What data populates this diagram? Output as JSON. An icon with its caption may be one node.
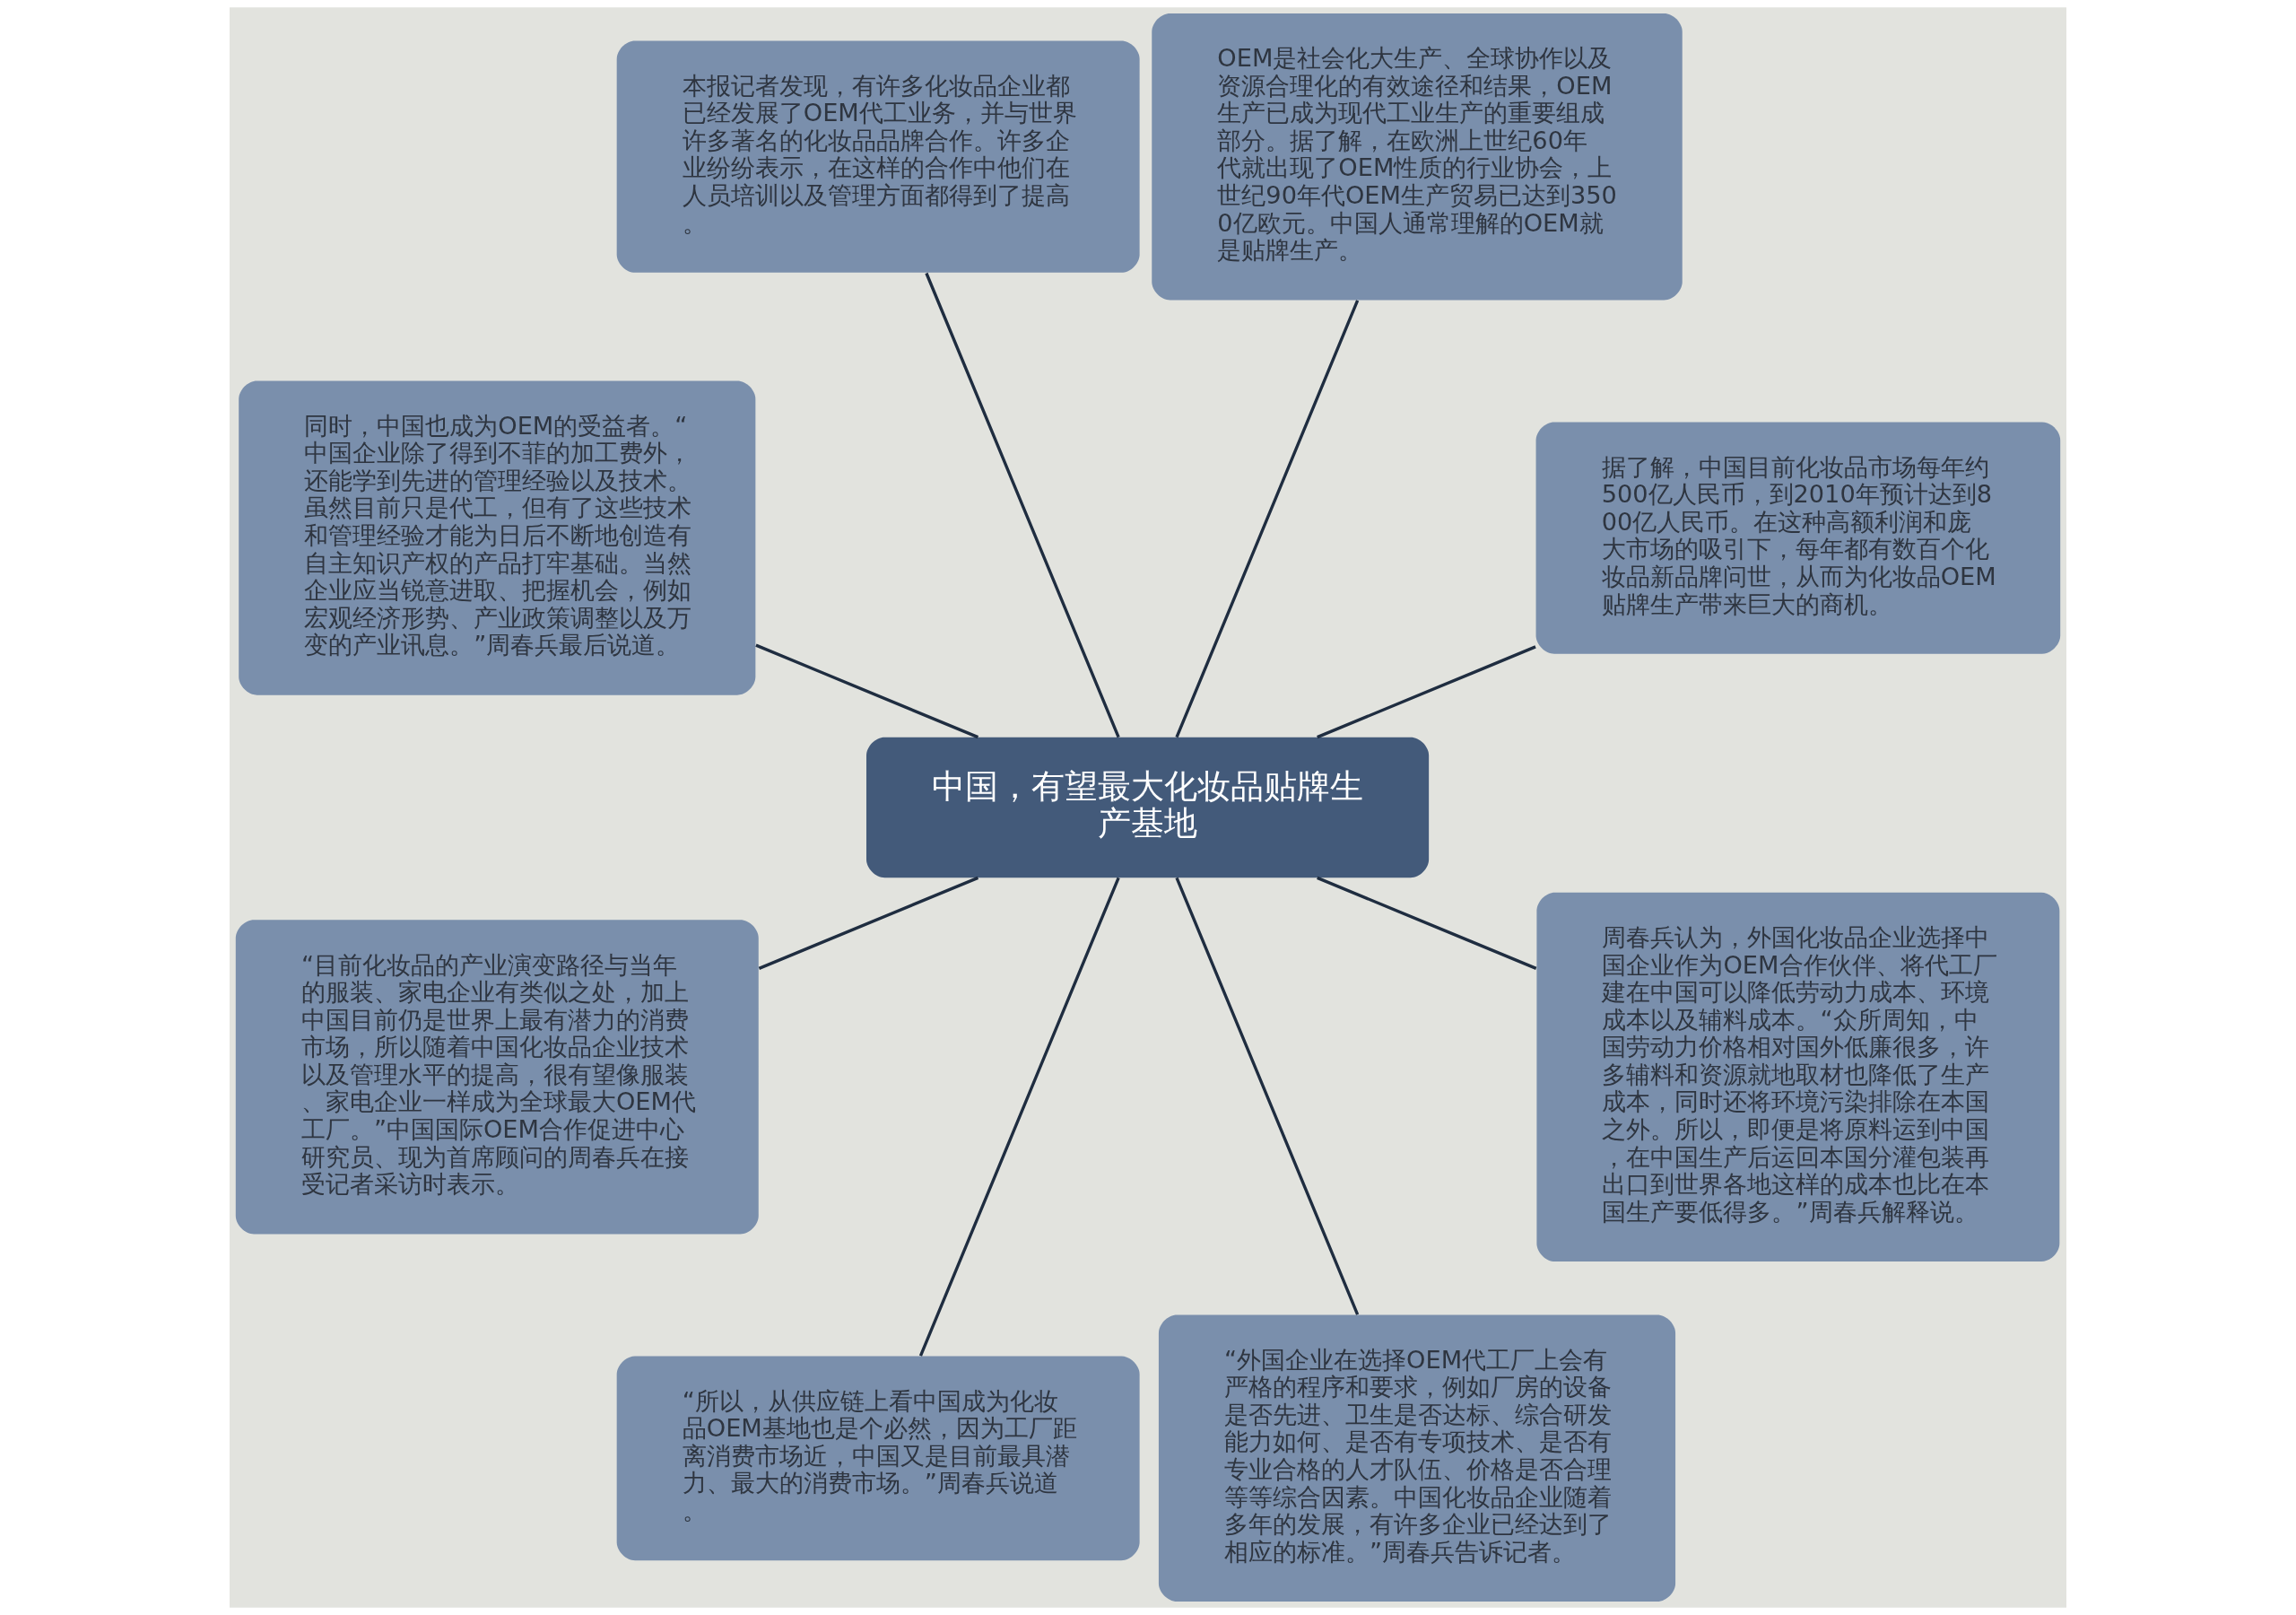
{
  "diagram": {
    "nodes": [
      {
        "text": [
          "中国，有望最大化妆品贴牌生产基地"
        ]
      },
      {
        "text": [
          "据了解，中国目前化妆品市场每年约500亿人民币，到2010年预计达到800亿人民币。在这种高额利润和庞大市场的吸引下，每年都有数百个化妆品新品牌问世，从而为化妆品OEM贴牌生产带来巨大的商机。"
        ]
      },
      {
        "text": [
          "OEM是社会化大生产、全球协作以及资源合理化的有效途径和结果，OEM生产已成为现代工业生产的重要组成部分。据了解，在欧洲上世纪60年代就出现了OEM性质的行业协会，上世纪90年代OEM生产贸易已达到3500亿欧元。中国人通常理解的OEM就是贴牌生产。"
        ]
      },
      {
        "text": [
          "本报记者发现，有许多化妆品企业都已经发展了OEM代工业务，并与世界许多著名的化妆品品牌合作。许多企业纷纷表示，在这样的合作中他们在人员培训以及管理方面都得到了提高。"
        ]
      },
      {
        "text": [
          "同时，中国也成为OEM的受益者。“中国企业除了得到不菲的加工费外，还能学到先进的管理经验以及技术。虽然目前只是代工，但有了这些技术和管理经验才能为日后不断地创造有自主知识产权的产品打牢基础。当然企业应当锐意进取、把握机会，例如宏观经济形势、产业政策调整以及万变的产业讯息。”周春兵最后说道。"
        ]
      },
      {
        "text": [
          "“目前化妆品的产业演变路径与当年的服装、家电企业有类似之处，加上中国目前仍是世界上最有潜力的消费市场，所以随着中国化妆品企业技术以及管理水平的提高，很有望像服装、家电企业一样成为全球最大OEM代工厂。”中国国际OEM合作促进中心研究员、现为首席顾问的周春兵在接受记者采访时表示。"
        ]
      },
      {
        "text": [
          "“所以，从供应链上看中国成为化妆品OEM基地也是个必然，因为工厂距离消费市场近，中国又是目前最具潜力、最大的消费市场。”周春兵说道。"
        ]
      },
      {
        "text": [
          "“外国企业在选择OEM代工厂上会有严格的程序和要求，例如厂房的设备是否先进、卫生是否达标、综合研发能力如何、是否有专项技术、是否有专业合格的人才队伍、价格是否合理等等综合因素。中国化妆品企业随着多年的发展，有许多企业已经达到了相应的标准。”周春兵告诉记者。"
        ]
      },
      {
        "text": [
          "周春兵认为，外国化妆品企业选择中国企业作为OEM合作伙伴、将代工厂建在中国可以降低劳动力成本、环境成本以及辅料成本。“众所周知，中国劳动力价格相对国外低廉很多，许多辅料和资源就地取材也降低了生产成本，同时还将环境污染排除在本国之外。所以，即便是将原料运到中国，在中国生产后运回本国分灌包装再出口到世界各地这样的成本也比在本国生产要低得多。”周春兵解释说。"
        ]
      }
    ],
    "edges": [
      {
        "from": 0,
        "to": 1,
        "arrow": "none"
      },
      {
        "from": 0,
        "to": 2,
        "arrow": "none"
      },
      {
        "from": 0,
        "to": 3,
        "arrow": "none"
      },
      {
        "from": 0,
        "to": 4,
        "arrow": "none"
      },
      {
        "from": 0,
        "to": 5,
        "arrow": "none"
      },
      {
        "from": 0,
        "to": 6,
        "arrow": "none"
      },
      {
        "from": 0,
        "to": 7,
        "arrow": "none"
      },
      {
        "from": 0,
        "to": 8,
        "arrow": "none"
      }
    ]
  }
}
